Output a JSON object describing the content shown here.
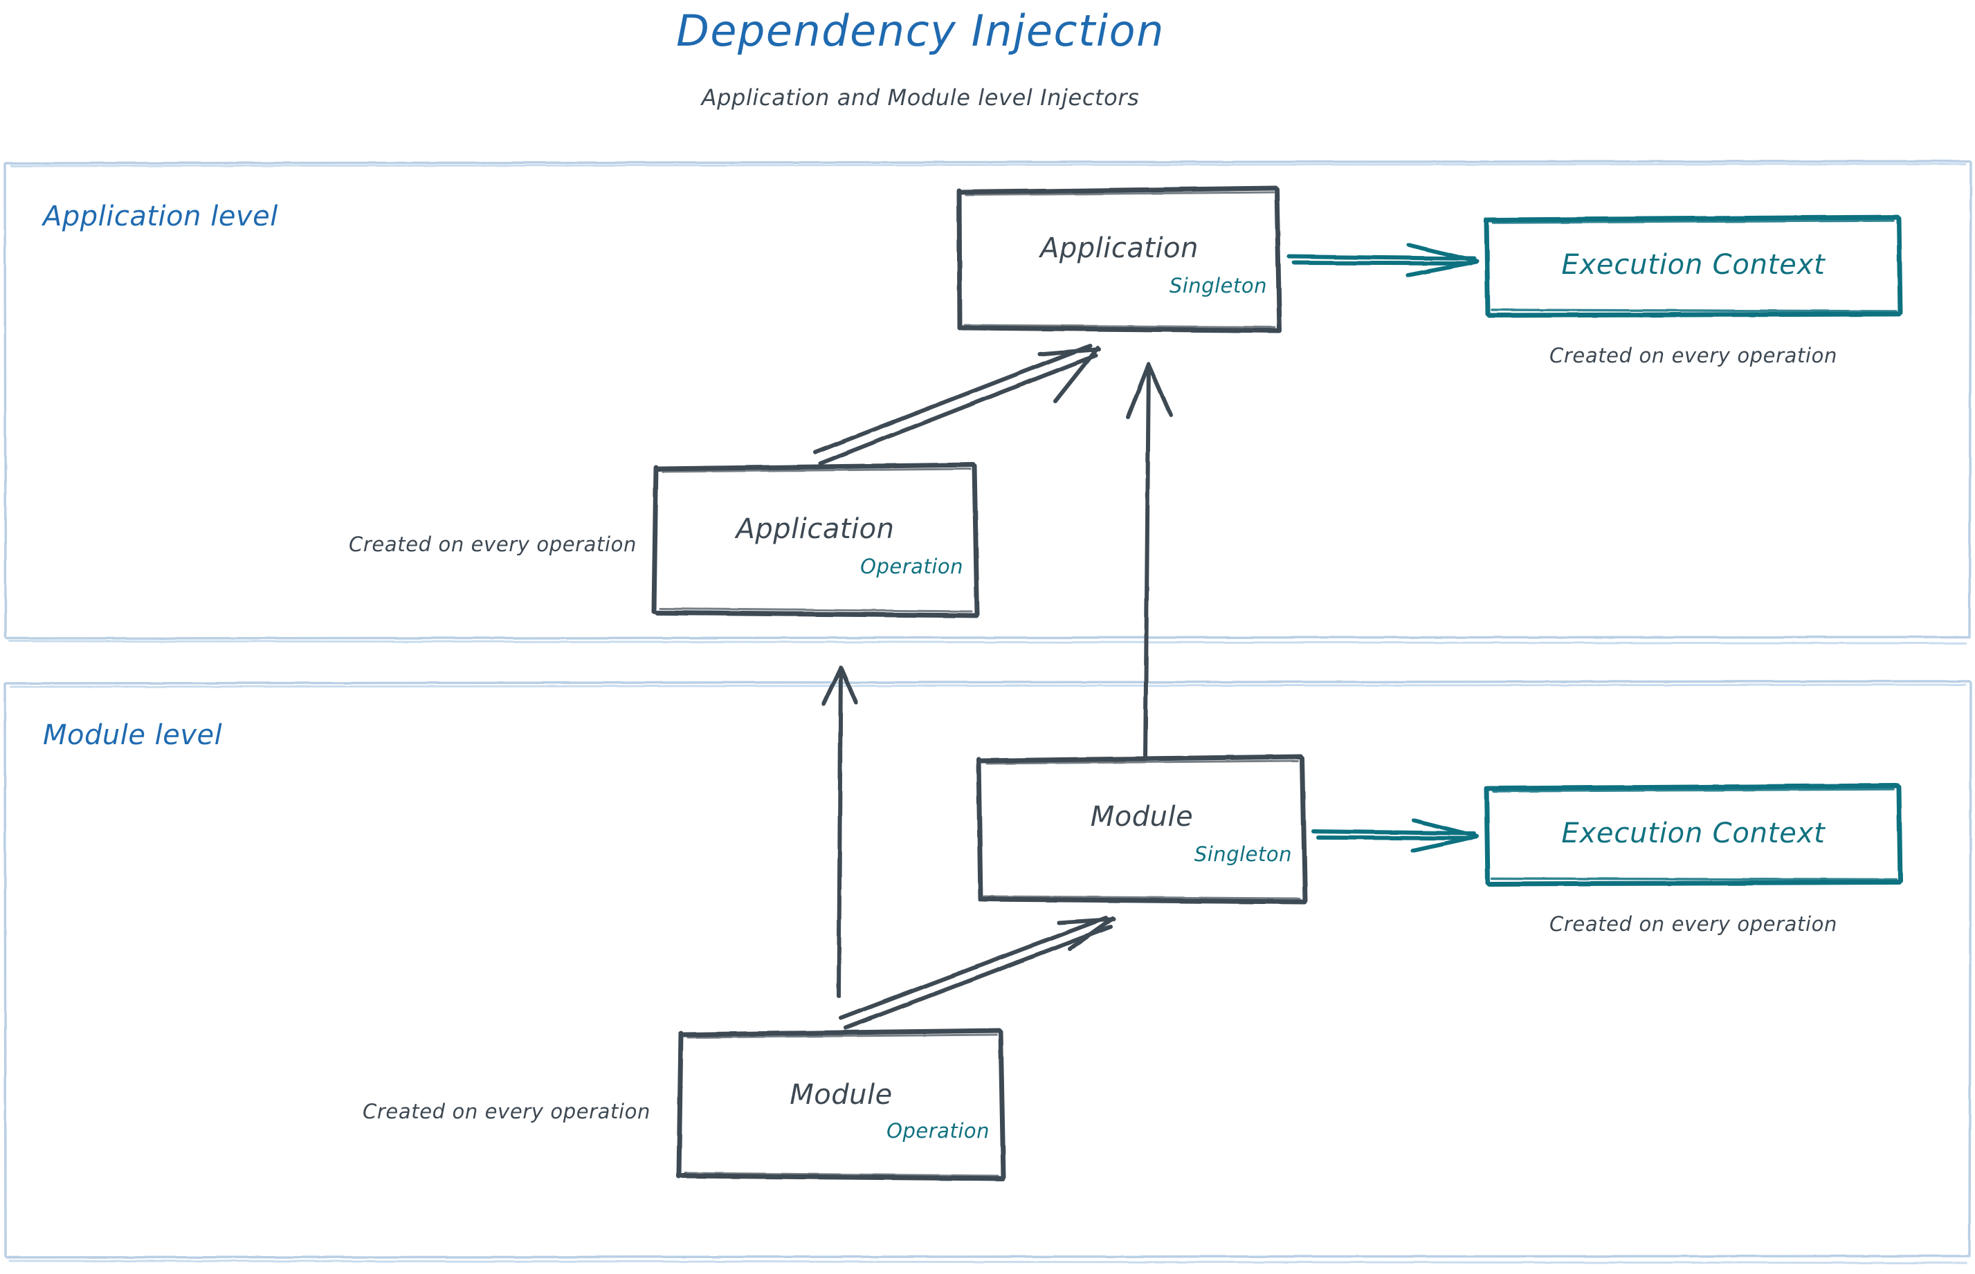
{
  "header": {
    "title": "Dependency Injection",
    "subtitle": "Application and Module level Injectors"
  },
  "colors": {
    "title_blue": "#1f6ab0",
    "level_blue": "#1f6ab0",
    "container_border": "#b9cfe5",
    "sketch_gray": "#3d4852",
    "teal": "#107180"
  },
  "containers": [
    {
      "id": "application-level",
      "label": "Application level"
    },
    {
      "id": "module-level",
      "label": "Module level"
    }
  ],
  "nodes": {
    "application_singleton": {
      "title": "Application",
      "scope": "Singleton"
    },
    "application_operation": {
      "title": "Application",
      "scope": "Operation"
    },
    "module_singleton": {
      "title": "Module",
      "scope": "Singleton"
    },
    "module_operation": {
      "title": "Module",
      "scope": "Operation"
    },
    "execution_context_application": {
      "title": "Execution Context"
    },
    "execution_context_module": {
      "title": "Execution Context"
    }
  },
  "notes": {
    "app_exec_ctx": "Created on every operation",
    "app_operation": "Created on every operation",
    "module_exec_ctx": "Created on every operation",
    "module_operation": "Created on every operation"
  },
  "edges": [
    {
      "id": "app-op-to-app-singleton",
      "from": "application_operation",
      "to": "application_singleton",
      "style": "double-line-arrow",
      "color": "#3d4852"
    },
    {
      "id": "module-singleton-to-app-singleton",
      "from": "module_singleton",
      "to": "application_singleton",
      "style": "single-line-arrow",
      "color": "#3d4852"
    },
    {
      "id": "module-op-to-app-op",
      "from": "module_operation",
      "to": "application_operation",
      "style": "single-line-arrow",
      "color": "#3d4852"
    },
    {
      "id": "module-op-to-module-singleton",
      "from": "module_operation",
      "to": "module_singleton",
      "style": "double-line-arrow",
      "color": "#3d4852"
    },
    {
      "id": "app-singleton-to-exec-ctx",
      "from": "application_singleton",
      "to": "execution_context_application",
      "style": "double-line-arrow",
      "color": "#107180"
    },
    {
      "id": "module-singleton-to-exec-ctx",
      "from": "module_singleton",
      "to": "execution_context_module",
      "style": "double-line-arrow",
      "color": "#107180"
    }
  ]
}
